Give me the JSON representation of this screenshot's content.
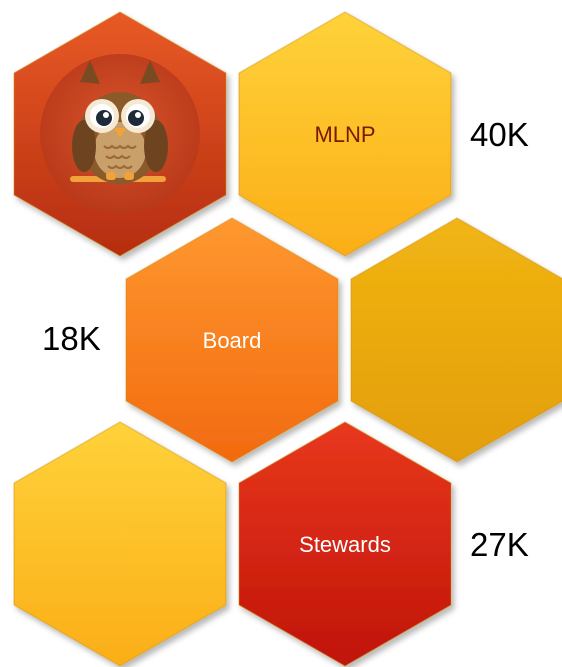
{
  "hexagons": [
    {
      "name": "hex-owl-logo",
      "label": "",
      "color_light": "#e85a25",
      "color_dark": "#b52d10",
      "text_color": ""
    },
    {
      "name": "hex-mlnp",
      "label": "MLNP",
      "color_light": "#ffd23a",
      "color_dark": "#fbae17",
      "text_color": "#7a1a00"
    },
    {
      "name": "hex-board",
      "label": "Board",
      "color_light": "#ff9830",
      "color_dark": "#f26a0f",
      "text_color": "#ffffff"
    },
    {
      "name": "hex-blank-gold",
      "label": "",
      "color_light": "#f1b514",
      "color_dark": "#e39e07",
      "text_color": ""
    },
    {
      "name": "hex-blank-yellow",
      "label": "",
      "color_light": "#ffd23a",
      "color_dark": "#fbae17",
      "text_color": ""
    },
    {
      "name": "hex-stewards",
      "label": "Stewards",
      "color_light": "#e8381c",
      "color_dark": "#c0140a",
      "text_color": "#ffffff"
    }
  ],
  "values": {
    "mlnp": "40K",
    "board": "18K",
    "stewards": "27K"
  },
  "colors": {
    "hex_outline": "#c68a10",
    "owl_body": "#8a5a2b",
    "owl_belly": "#c9a06a",
    "owl_branch": "#f2a23a"
  }
}
